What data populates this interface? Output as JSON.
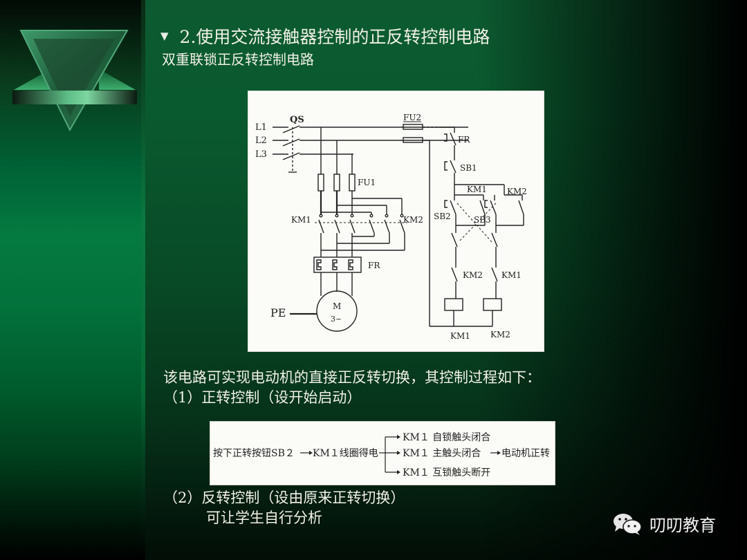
{
  "slide": {
    "bullet_icon": "checkmark-arrow-icon",
    "title": "2.使用交流接触器控制的正反转控制电路",
    "subtitle": "双重联锁正反转控制电路",
    "colors": {
      "left_panel_green": "#047a40",
      "main_bg_green": "#0a5a2f",
      "text": "#f1f1e6",
      "diagram_bg": "#fbfbf8"
    }
  },
  "diagram": {
    "labels": {
      "l1": "L1",
      "l2": "L2",
      "l3": "L3",
      "qs": "QS",
      "fu1": "FU1",
      "fu2": "FU2",
      "km1_main": "KM1",
      "km2_main": "KM2",
      "fr_main": "FR",
      "motor_m": "M",
      "motor_phase": "3~",
      "pe": "PE",
      "fr_ctrl": "FR",
      "sb1": "SB1",
      "sb2": "SB2",
      "sb3": "SB3",
      "km1_hold": "KM1",
      "km2_hold": "KM2",
      "km2_interlock": "KM2",
      "km1_interlock": "KM1",
      "km1_coil": "KM1",
      "km2_coil": "KM2"
    }
  },
  "description": "该电路可实现电动机的直接正反转切换，其控制过程如下：",
  "step1": {
    "label": "（1）正转控制（设开始启动）",
    "flow": {
      "start": "按下正转按钮SB２",
      "arrow1": "→",
      "coil": "KM１线圈得电",
      "branches": [
        {
          "text": "KM１ 自锁触头闭合"
        },
        {
          "text": "KM１ 主触头闭合",
          "result": "电动机正转"
        },
        {
          "text": "KM１ 互锁触头断开"
        }
      ]
    }
  },
  "step2": {
    "label": "（2）反转控制（设由原来正转切换）",
    "note": "可让学生自行分析"
  },
  "watermark": {
    "icon": "wechat-icon",
    "text": "叨叨教育"
  }
}
